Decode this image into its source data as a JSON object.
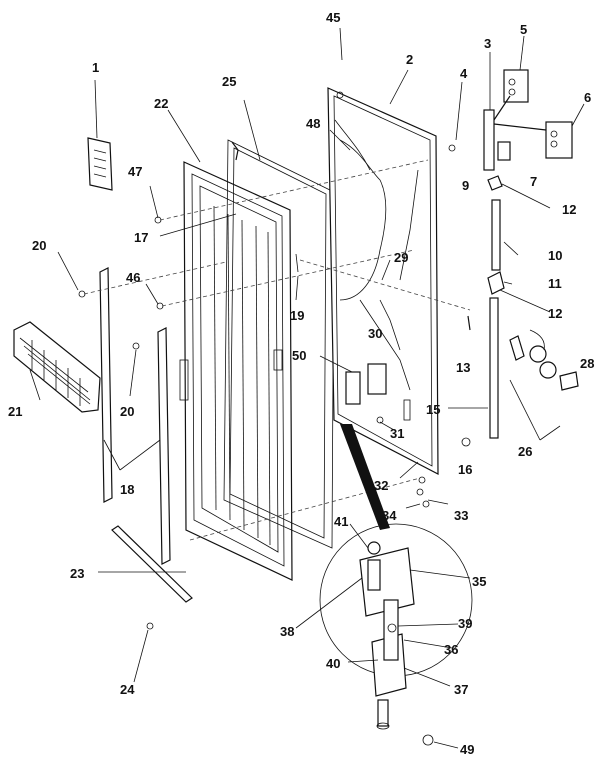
{
  "diagram": {
    "callouts": [
      "1",
      "2",
      "3",
      "4",
      "5",
      "6",
      "7",
      "9",
      "10",
      "11",
      "12",
      "12",
      "13",
      "15",
      "16",
      "17",
      "18",
      "19",
      "20",
      "20",
      "21",
      "22",
      "23",
      "24",
      "25",
      "26",
      "28",
      "29",
      "30",
      "31",
      "32",
      "33",
      "34",
      "35",
      "36",
      "37",
      "38",
      "39",
      "40",
      "41",
      "45",
      "46",
      "47",
      "48",
      "49",
      "50"
    ]
  }
}
